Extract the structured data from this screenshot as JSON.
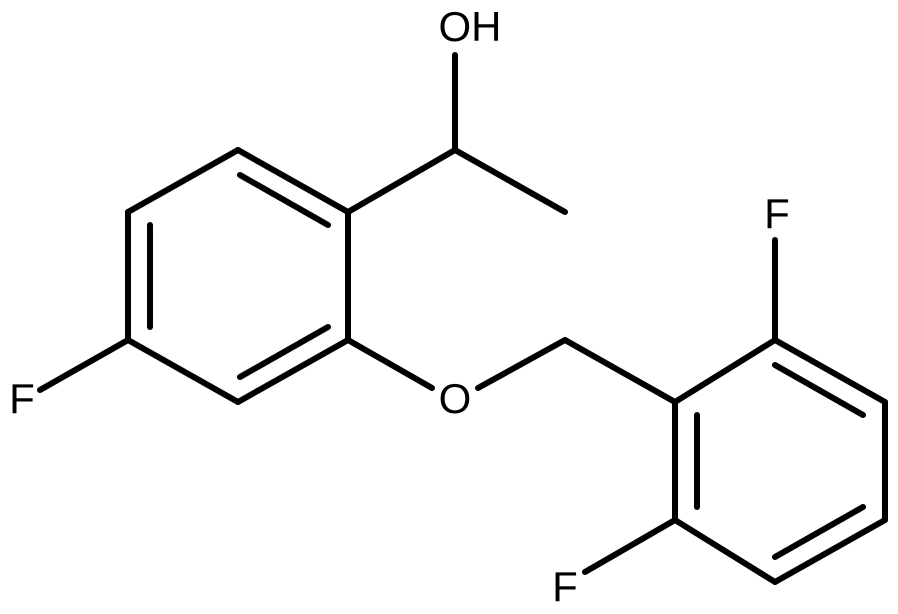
{
  "molecule": {
    "atoms": {
      "hydroxyl": "OH",
      "ether_oxygen": "O",
      "fluoro_ring1": "F",
      "fluoro_ring2_top": "F",
      "fluoro_ring2_bottom": "F"
    }
  },
  "colors": {
    "bond": "#000000",
    "text": "#000000",
    "background": "#ffffff"
  }
}
